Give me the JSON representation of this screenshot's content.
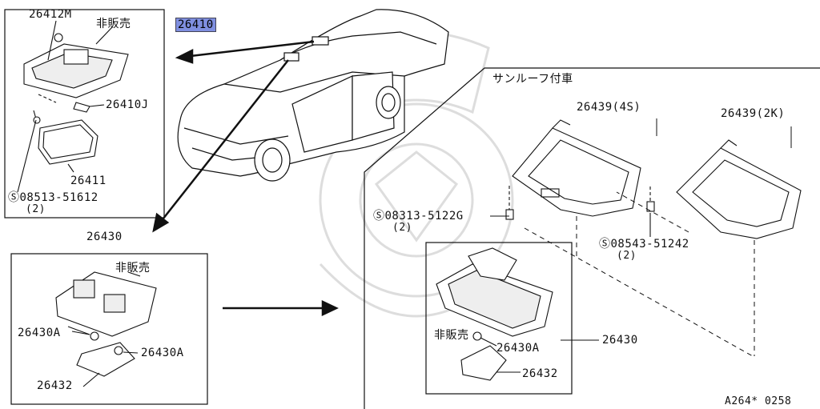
{
  "top_left_box": {
    "part_main": "26410",
    "bulb_cover": "26412M",
    "not_for_sale": "非販売",
    "bulb": "26410J",
    "lens": "26411",
    "screw_code": "08513-51612",
    "screw_qty": "(2)"
  },
  "bottom_left_box": {
    "title": "26430",
    "not_for_sale": "非販売",
    "bulb_a_left": "26430A",
    "bulb_a_right": "26430A",
    "lens": "26432"
  },
  "sunroof_section": {
    "title": "サンルーフ付車",
    "bracket_4s": "26439(4S)",
    "bracket_2k": "26439(2K)",
    "screw1_code": "08313-5122G",
    "screw1_qty": "(2)",
    "screw2_code": "08543-51242",
    "screw2_qty": "(2)",
    "not_for_sale": "非販売",
    "bulb": "26430A",
    "lamp": "26430",
    "lens": "26432"
  },
  "diagram_code": "A264* 0258",
  "colors": {
    "line": "#111111",
    "highlight": "#7f8fe0",
    "watermark": "#dddddd"
  }
}
